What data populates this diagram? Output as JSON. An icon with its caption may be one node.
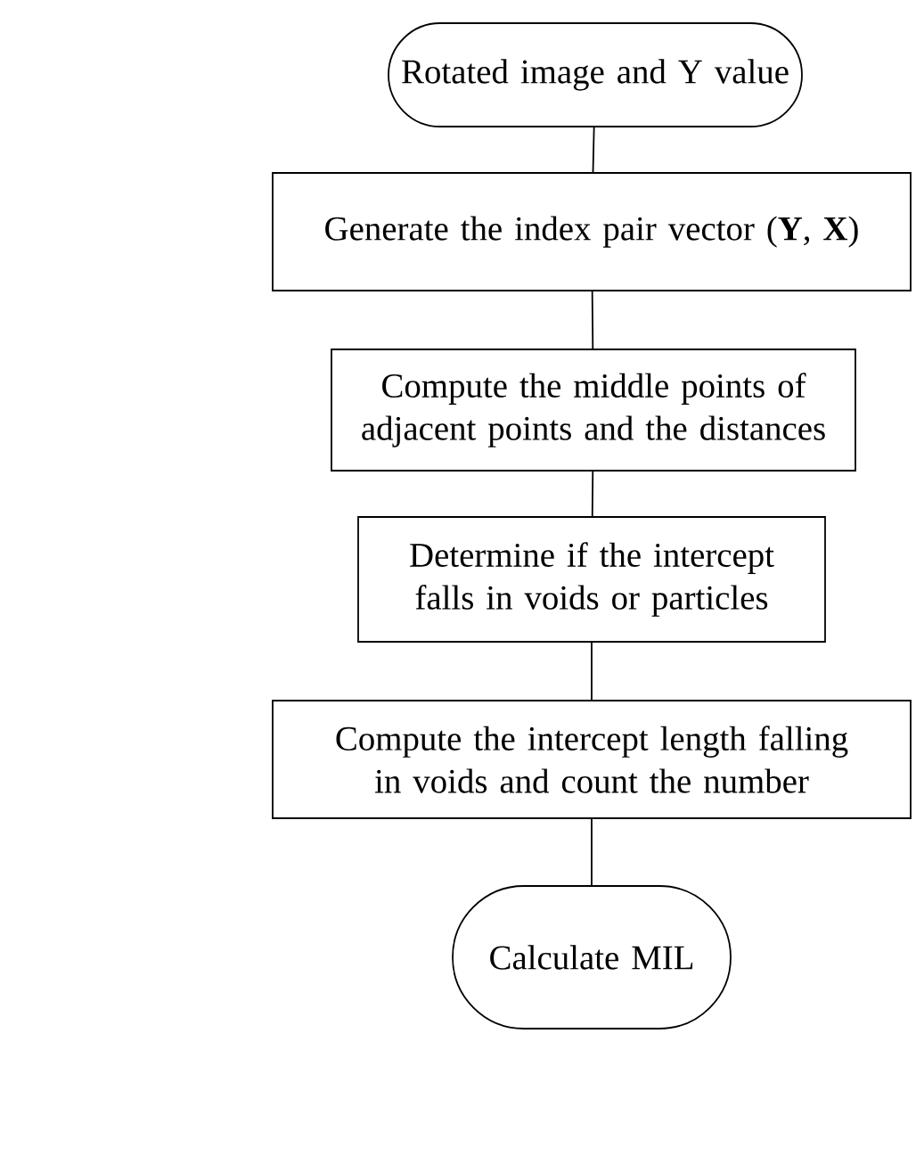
{
  "diagram": {
    "nodes": [
      {
        "text": [
          "Rotated image and Y value"
        ]
      },
      {
        "text": [
          "Generate the index pair vector (**Y**, **X**)"
        ]
      },
      {
        "text": [
          "Compute the middle points of adjacent points and the distances"
        ]
      },
      {
        "text": [
          "Determine if the intercept falls in voids or particles"
        ]
      },
      {
        "text": [
          "Compute the intercept length falling in voids and count the number"
        ]
      },
      {
        "text": [
          "Calculate MIL"
        ]
      }
    ],
    "edges": [
      {
        "from": 0,
        "to": 1,
        "arrow": "none"
      },
      {
        "from": 1,
        "to": 2,
        "arrow": "none"
      },
      {
        "from": 2,
        "to": 3,
        "arrow": "none"
      },
      {
        "from": 3,
        "to": 4,
        "arrow": "none"
      },
      {
        "from": 4,
        "to": 5,
        "arrow": "none"
      }
    ]
  }
}
